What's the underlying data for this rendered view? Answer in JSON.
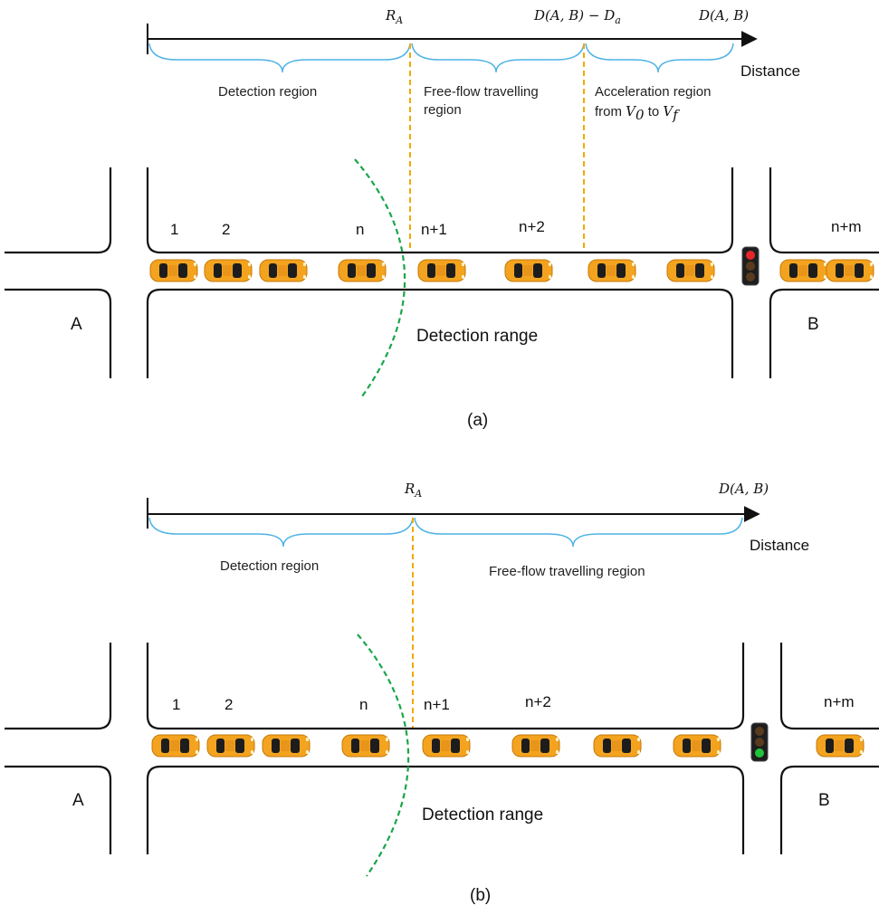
{
  "panel_a": {
    "caption": "(a)",
    "axis": {
      "mark_ra": {
        "main": "R",
        "sub": "A"
      },
      "mark_dab_da": {
        "main": "D(A, B) − D",
        "sub": "a"
      },
      "mark_dab": "D(A, B)",
      "label": "Distance"
    },
    "regions": {
      "detection": "Detection region",
      "free_flow_1": "Free-flow travelling",
      "free_flow_2": "region",
      "accel_1": "Acceleration region",
      "accel_2_pre": "from ",
      "accel_v0": "V",
      "accel_v0_sub": "0",
      "accel_to": " to ",
      "accel_vf": "V",
      "accel_vf_sub": "f"
    },
    "vehicles": [
      "1",
      "2",
      "n",
      "n+1",
      "n+2",
      "n+m"
    ],
    "intersections": [
      "A",
      "B"
    ],
    "detection_range": "Detection range",
    "signal": "red"
  },
  "panel_b": {
    "caption": "(b)",
    "axis": {
      "mark_ra": {
        "main": "R",
        "sub": "A"
      },
      "mark_dab": "D(A, B)",
      "label": "Distance"
    },
    "regions": {
      "detection": "Detection region",
      "free_flow": "Free-flow travelling region"
    },
    "vehicles": [
      "1",
      "2",
      "n",
      "n+1",
      "n+2",
      "n+m"
    ],
    "intersections": [
      "A",
      "B"
    ],
    "detection_range": "Detection range",
    "signal": "green"
  },
  "colors": {
    "car_body": "#f4a31f",
    "car_glass": "#1d1d1d",
    "brace": "#4fb3e6",
    "boundary_dash": "#f2a900",
    "detection_arc": "#1aa64a",
    "signal_red": "#e5262a",
    "signal_green": "#20c43a",
    "signal_off": "#5a3b1e"
  }
}
